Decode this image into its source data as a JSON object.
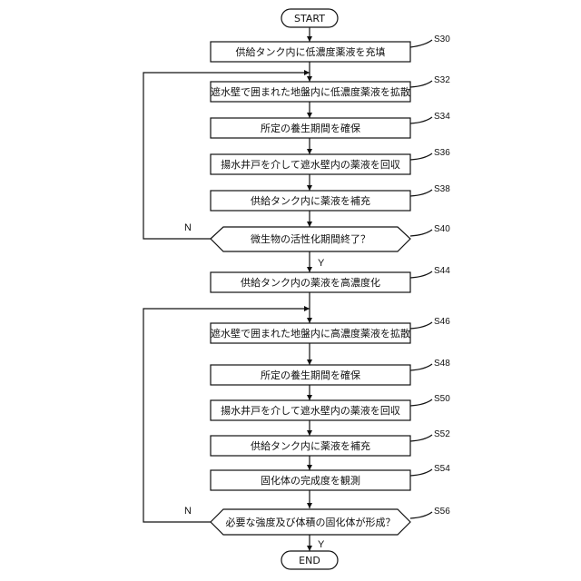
{
  "flowchart": {
    "start": "START",
    "end": "END",
    "steps": {
      "s30": {
        "id": "S30",
        "text": "供給タンク内に低濃度薬液を充填"
      },
      "s32": {
        "id": "S32",
        "text": "遮水壁で囲まれた地盤内に低濃度薬液を拡散"
      },
      "s34": {
        "id": "S34",
        "text": "所定の養生期間を確保"
      },
      "s36": {
        "id": "S36",
        "text": "揚水井戸を介して遮水壁内の薬液を回収"
      },
      "s38": {
        "id": "S38",
        "text": "供給タンク内に薬液を補充"
      },
      "s40": {
        "id": "S40",
        "text": "微生物の活性化期間終了？"
      },
      "s44": {
        "id": "S44",
        "text": "供給タンク内の薬液を高濃度化"
      },
      "s46": {
        "id": "S46",
        "text": "遮水壁で囲まれた地盤内に高濃度薬液を拡散"
      },
      "s48": {
        "id": "S48",
        "text": "所定の養生期間を確保"
      },
      "s50": {
        "id": "S50",
        "text": "揚水井戸を介して遮水壁内の薬液を回収"
      },
      "s52": {
        "id": "S52",
        "text": "供給タンク内に薬液を補充"
      },
      "s54": {
        "id": "S54",
        "text": "固化体の完成度を観測"
      },
      "s56": {
        "id": "S56",
        "text": "必要な強度及び体積の固化体が形成？"
      }
    },
    "branch": {
      "yes": "Y",
      "no": "N"
    }
  }
}
